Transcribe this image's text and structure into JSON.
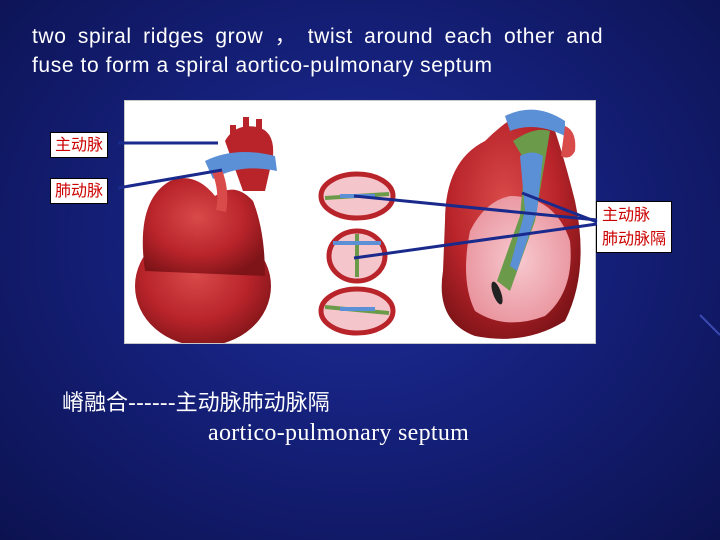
{
  "slide": {
    "heading_line1": "two spiral ridges grow ， twist around each other and",
    "heading_line2": "fuse to form a spiral aortico-pulmonary septum",
    "labels": {
      "aorta": "主动脉",
      "pulmonary_artery": "肺动脉",
      "right_line1": "主动脉",
      "right_line2": "肺动脉隔"
    },
    "bottom_chinese": "嵴融合------主动脉肺动脉隔",
    "bottom_english": "aortico-pulmonary  septum"
  },
  "colors": {
    "background": "#15207a",
    "heart_red": "#b8242a",
    "vessel_blue": "#5b8fd6",
    "septum_green": "#6a9a4a",
    "label_red": "#cc0000",
    "pointer_line": "#1a2a8c"
  }
}
